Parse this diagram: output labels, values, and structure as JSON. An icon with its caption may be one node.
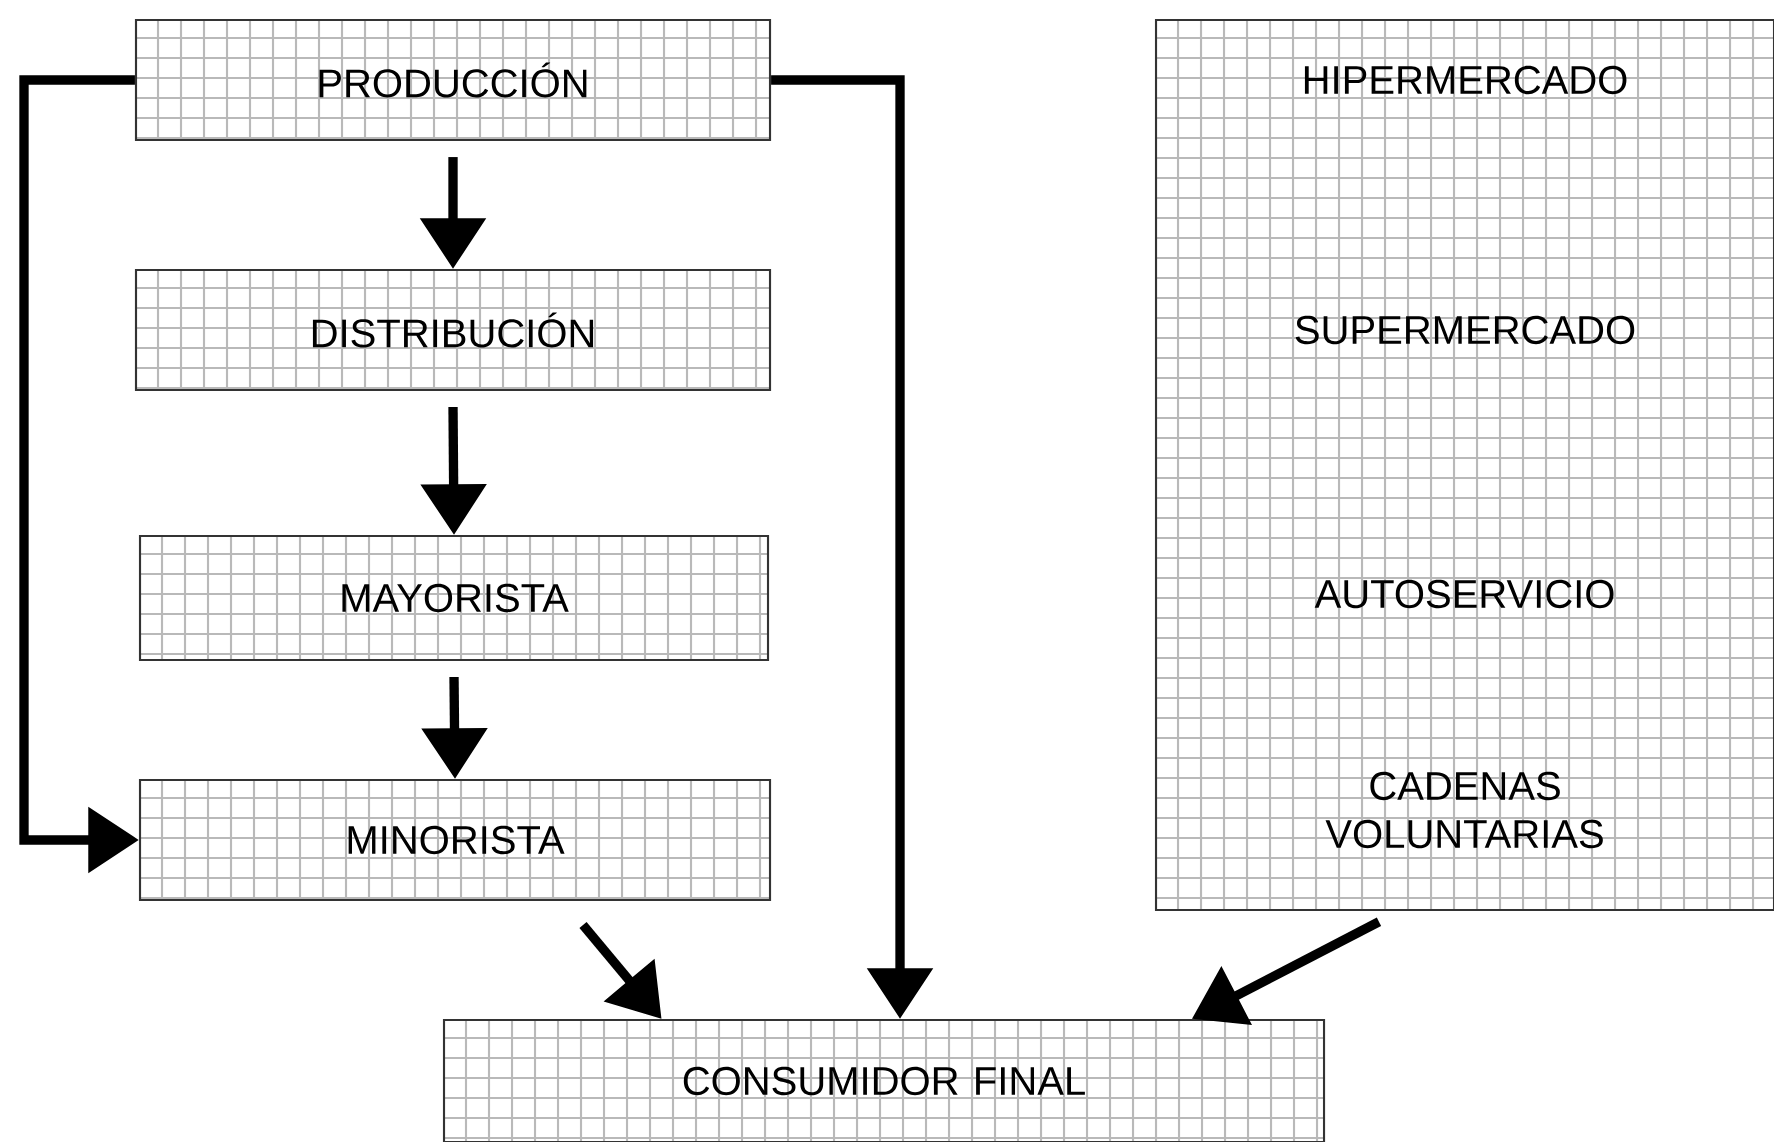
{
  "diagram": {
    "nodes": [
      {
        "text": [
          "PRODUCCIÓN"
        ]
      },
      {
        "text": [
          "DISTRIBUCIÓN"
        ]
      },
      {
        "text": [
          "MAYORISTA"
        ]
      },
      {
        "text": [
          "MINORISTA"
        ]
      },
      {
        "text": [
          "HIPERMERCADO",
          "SUPERMERCADO",
          "AUTOSERVICIO",
          "CADENAS VOLUNTARIAS"
        ]
      },
      {
        "text": [
          "CONSUMIDOR FINAL"
        ]
      }
    ],
    "edges": [
      {
        "from": 0,
        "to": 1,
        "arrow": "to"
      },
      {
        "from": 1,
        "to": 2,
        "arrow": "to"
      },
      {
        "from": 2,
        "to": 3,
        "arrow": "to"
      },
      {
        "from": 0,
        "to": 3,
        "arrow": "to"
      },
      {
        "from": 0,
        "to": 5,
        "arrow": "to"
      },
      {
        "from": 3,
        "to": 5,
        "arrow": "to"
      },
      {
        "from": 4,
        "to": 5,
        "arrow": "to"
      }
    ]
  }
}
